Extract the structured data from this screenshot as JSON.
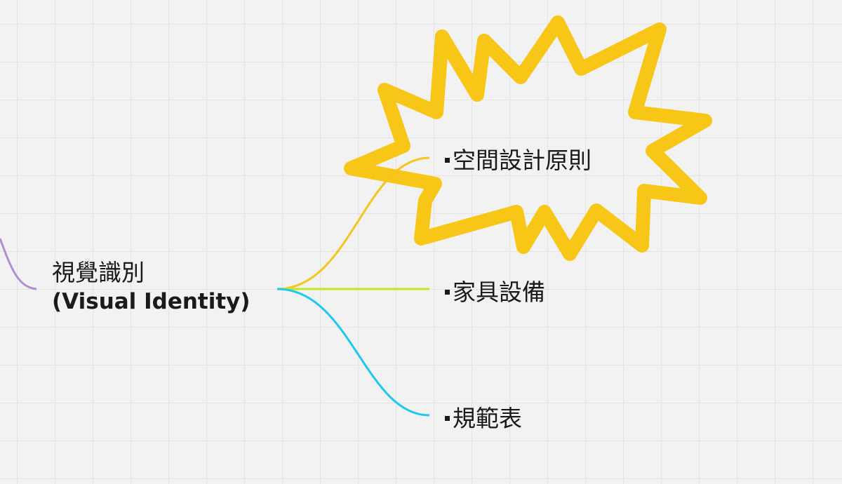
{
  "root": {
    "label_zh": "視覺識別",
    "label_en": "(Visual Identity)"
  },
  "children": [
    {
      "label": "空間設計原則",
      "color": "#f5c518",
      "highlighted": true
    },
    {
      "label": "家具設備",
      "color": "#c6e61e"
    },
    {
      "label": "規範表",
      "color": "#1ec8f0"
    }
  ],
  "parent_connector_color": "#b18fcf",
  "highlight_shape": {
    "type": "starburst",
    "color": "#f8c617"
  }
}
